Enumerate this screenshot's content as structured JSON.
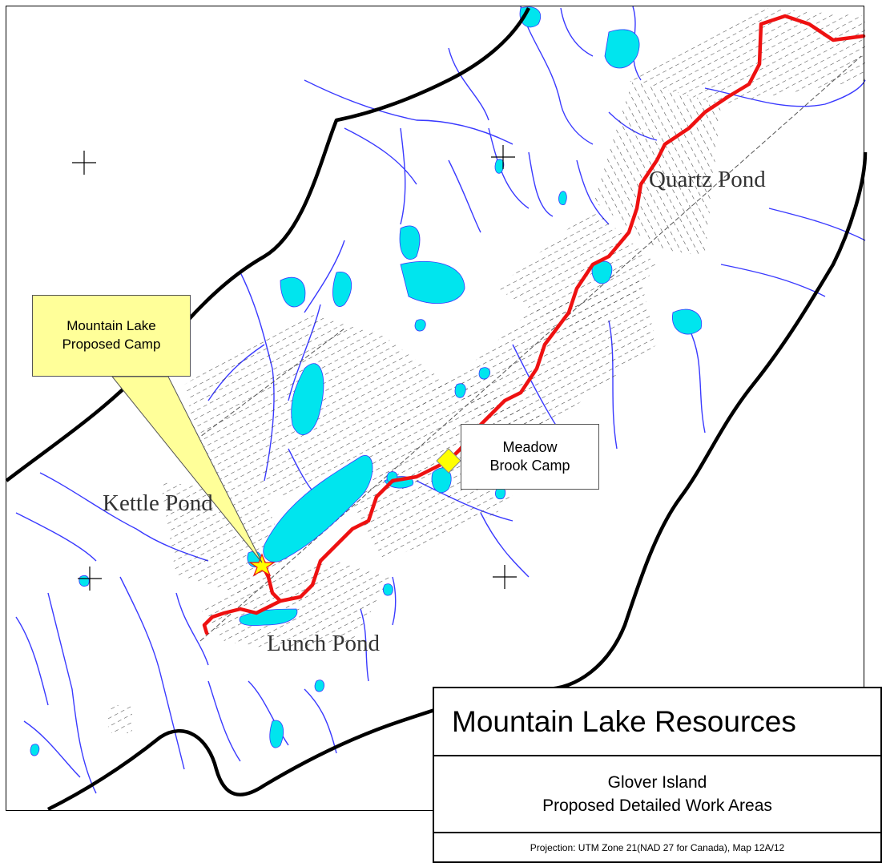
{
  "map": {
    "place_labels": {
      "quartz_pond": "Quartz Pond",
      "kettle_pond": "Kettle Pond",
      "lunch_pond": "Lunch Pond"
    },
    "callouts": {
      "mountain_lake_camp": {
        "line1": "Mountain Lake",
        "line2": "Proposed Camp"
      },
      "meadow_brook_camp": {
        "line1": "Meadow",
        "line2": "Brook Camp"
      }
    },
    "colors": {
      "water": "#00e5ee",
      "streams": "#3a3aff",
      "route": "#ee1111",
      "boundary": "#000000",
      "camp_marker": "#ffff00",
      "callout_fill": "#ffff99"
    }
  },
  "title_block": {
    "title": "Mountain Lake Resources",
    "subtitle_line1": "Glover Island",
    "subtitle_line2": "Proposed Detailed Work Areas",
    "projection": "Projection: UTM Zone 21(NAD 27 for Canada), Map 12A/12"
  }
}
